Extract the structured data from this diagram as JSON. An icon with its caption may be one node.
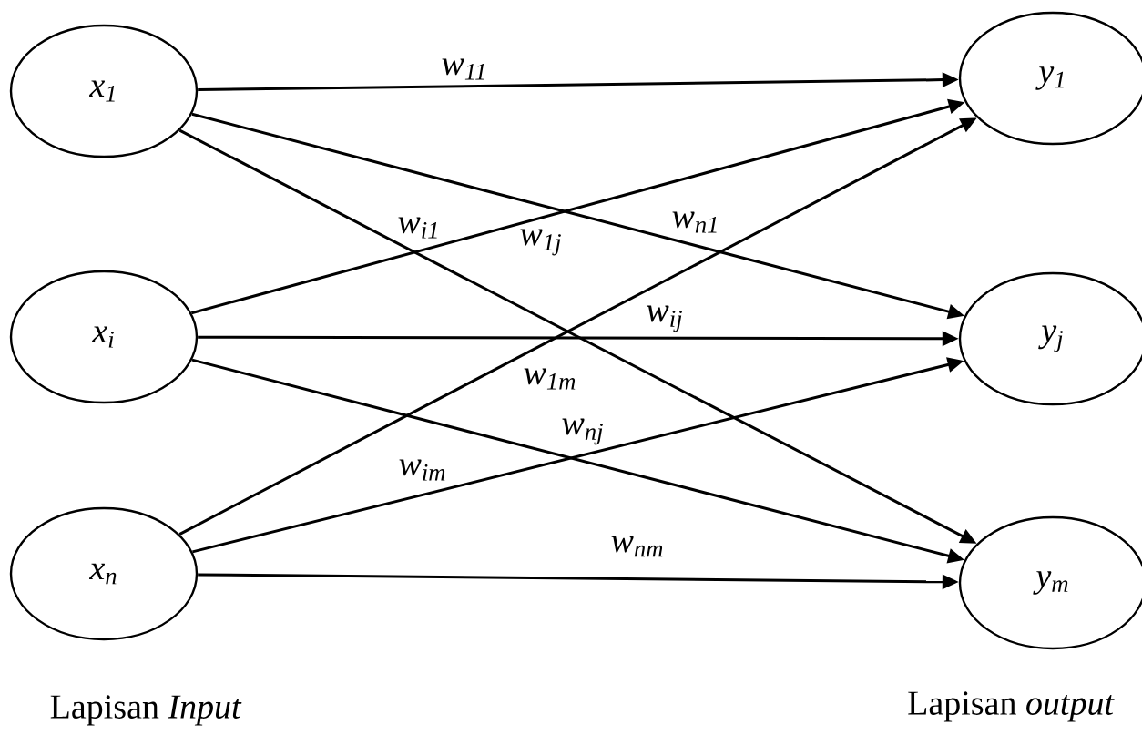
{
  "diagram": {
    "nodes": [
      {
        "text": [
          "x$_{1}$"
        ]
      },
      {
        "text": [
          "x$_{i}$"
        ]
      },
      {
        "text": [
          "x$_{n}$"
        ]
      },
      {
        "text": [
          "y$_{1}$"
        ]
      },
      {
        "text": [
          "y$_{j}$"
        ]
      },
      {
        "text": [
          "y$_{m}$"
        ]
      }
    ],
    "edges": [
      {
        "from": 0,
        "to": 3,
        "arrow": "to"
      },
      {
        "from": 0,
        "to": 4,
        "arrow": "to"
      },
      {
        "from": 0,
        "to": 5,
        "arrow": "to"
      },
      {
        "from": 1,
        "to": 3,
        "arrow": "to"
      },
      {
        "from": 1,
        "to": 4,
        "arrow": "to"
      },
      {
        "from": 1,
        "to": 5,
        "arrow": "to"
      },
      {
        "from": 2,
        "to": 3,
        "arrow": "to"
      },
      {
        "from": 2,
        "to": 4,
        "arrow": "to"
      },
      {
        "from": 2,
        "to": 5,
        "arrow": "to"
      }
    ],
    "labels": [
      "w$_{11}$",
      "w$_{i1}$",
      "w$_{1j}$",
      "w$_{n1}$",
      "w$_{ij}$",
      "w$_{1m}$",
      "w$_{nj}$",
      "w$_{im}$",
      "w$_{nm}$",
      "Lapisan *Input*",
      "Lapisan *output*"
    ]
  }
}
